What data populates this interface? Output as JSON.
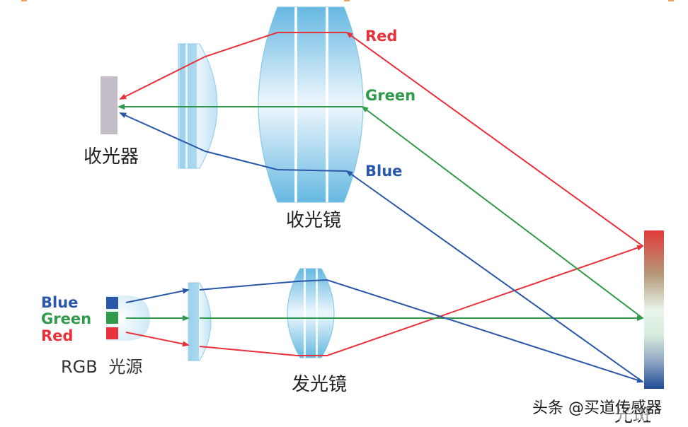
{
  "labels": {
    "receiver": "收光器",
    "receive_lens": "收光镜",
    "emit_lens": "发光镜",
    "light_source_prefix": "RGB",
    "light_source": "光源",
    "spot": "光斑"
  },
  "rays": {
    "red": "Red",
    "green": "Green",
    "blue": "Blue"
  },
  "source_labels": {
    "blue": "Blue",
    "green": "Green",
    "red": "Red"
  },
  "watermark": "头条 @买道传感器",
  "colors": {
    "red": "#e8313a",
    "green": "#2f9a4a",
    "blue": "#2a57a8",
    "lens_light": "#cfe9f6",
    "lens_dark": "#5fb3de",
    "receiver": "#c4bcc6",
    "frame_accent": "#f0a05a"
  }
}
